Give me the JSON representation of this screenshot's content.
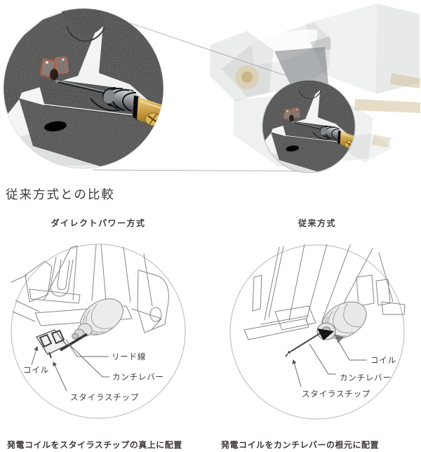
{
  "comparison": {
    "heading": "従来方式との比較",
    "diagrams": [
      {
        "title": "ダイレクトパワー方式",
        "caption": "発電コイルをスタイラスチップの真上に配置",
        "labels": {
          "coil": "コイル",
          "lead_wire": "リード線",
          "cantilever": "カンチレバー",
          "stylus_tip": "スタイラスチップ"
        }
      },
      {
        "title": "従来方式",
        "caption": "発電コイルをカンチレバーの根元に配置",
        "labels": {
          "coil": "コイル",
          "cantilever": "カンチレバー",
          "stylus_tip": "スタイラスチップ"
        }
      }
    ]
  },
  "colors": {
    "text": "#3e3a39",
    "line_art": "#858585",
    "circle_outline": "#b2b8b8",
    "copper_coil": "#a75f46",
    "brass_gold": "#cfa64e",
    "body_black": "#151515",
    "ghost_gray": "#8e9496"
  }
}
